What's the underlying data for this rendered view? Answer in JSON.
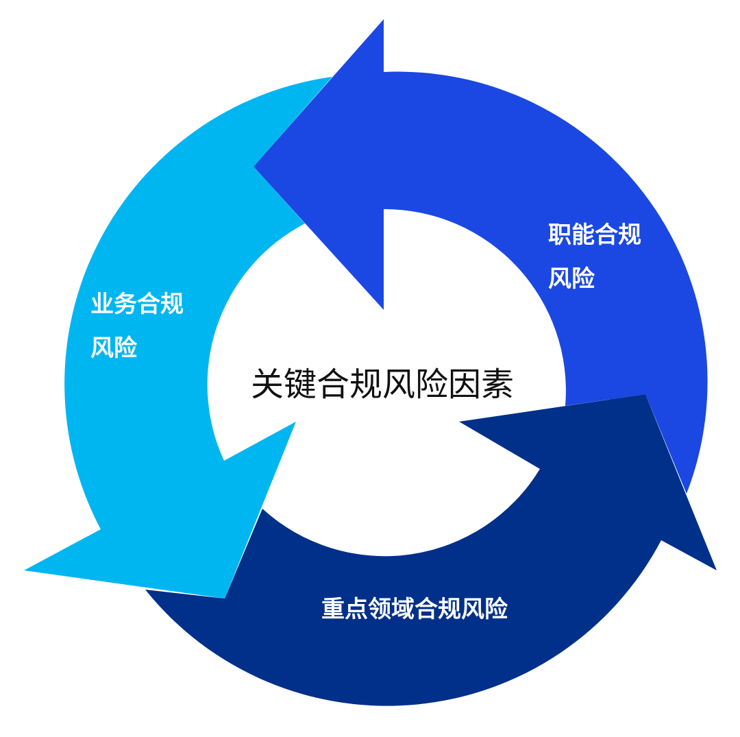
{
  "diagram": {
    "center_label": "关键合规风险因素",
    "segments": [
      {
        "id": "functional",
        "label_lines": [
          "职能合规",
          "风险"
        ],
        "color": "#1B48E2"
      },
      {
        "id": "key-area",
        "label_lines": [
          "重点领域合规风险"
        ],
        "color": "#00308A"
      },
      {
        "id": "business",
        "label_lines": [
          "业务合规",
          "风险"
        ],
        "color": "#00B6F1"
      }
    ]
  }
}
